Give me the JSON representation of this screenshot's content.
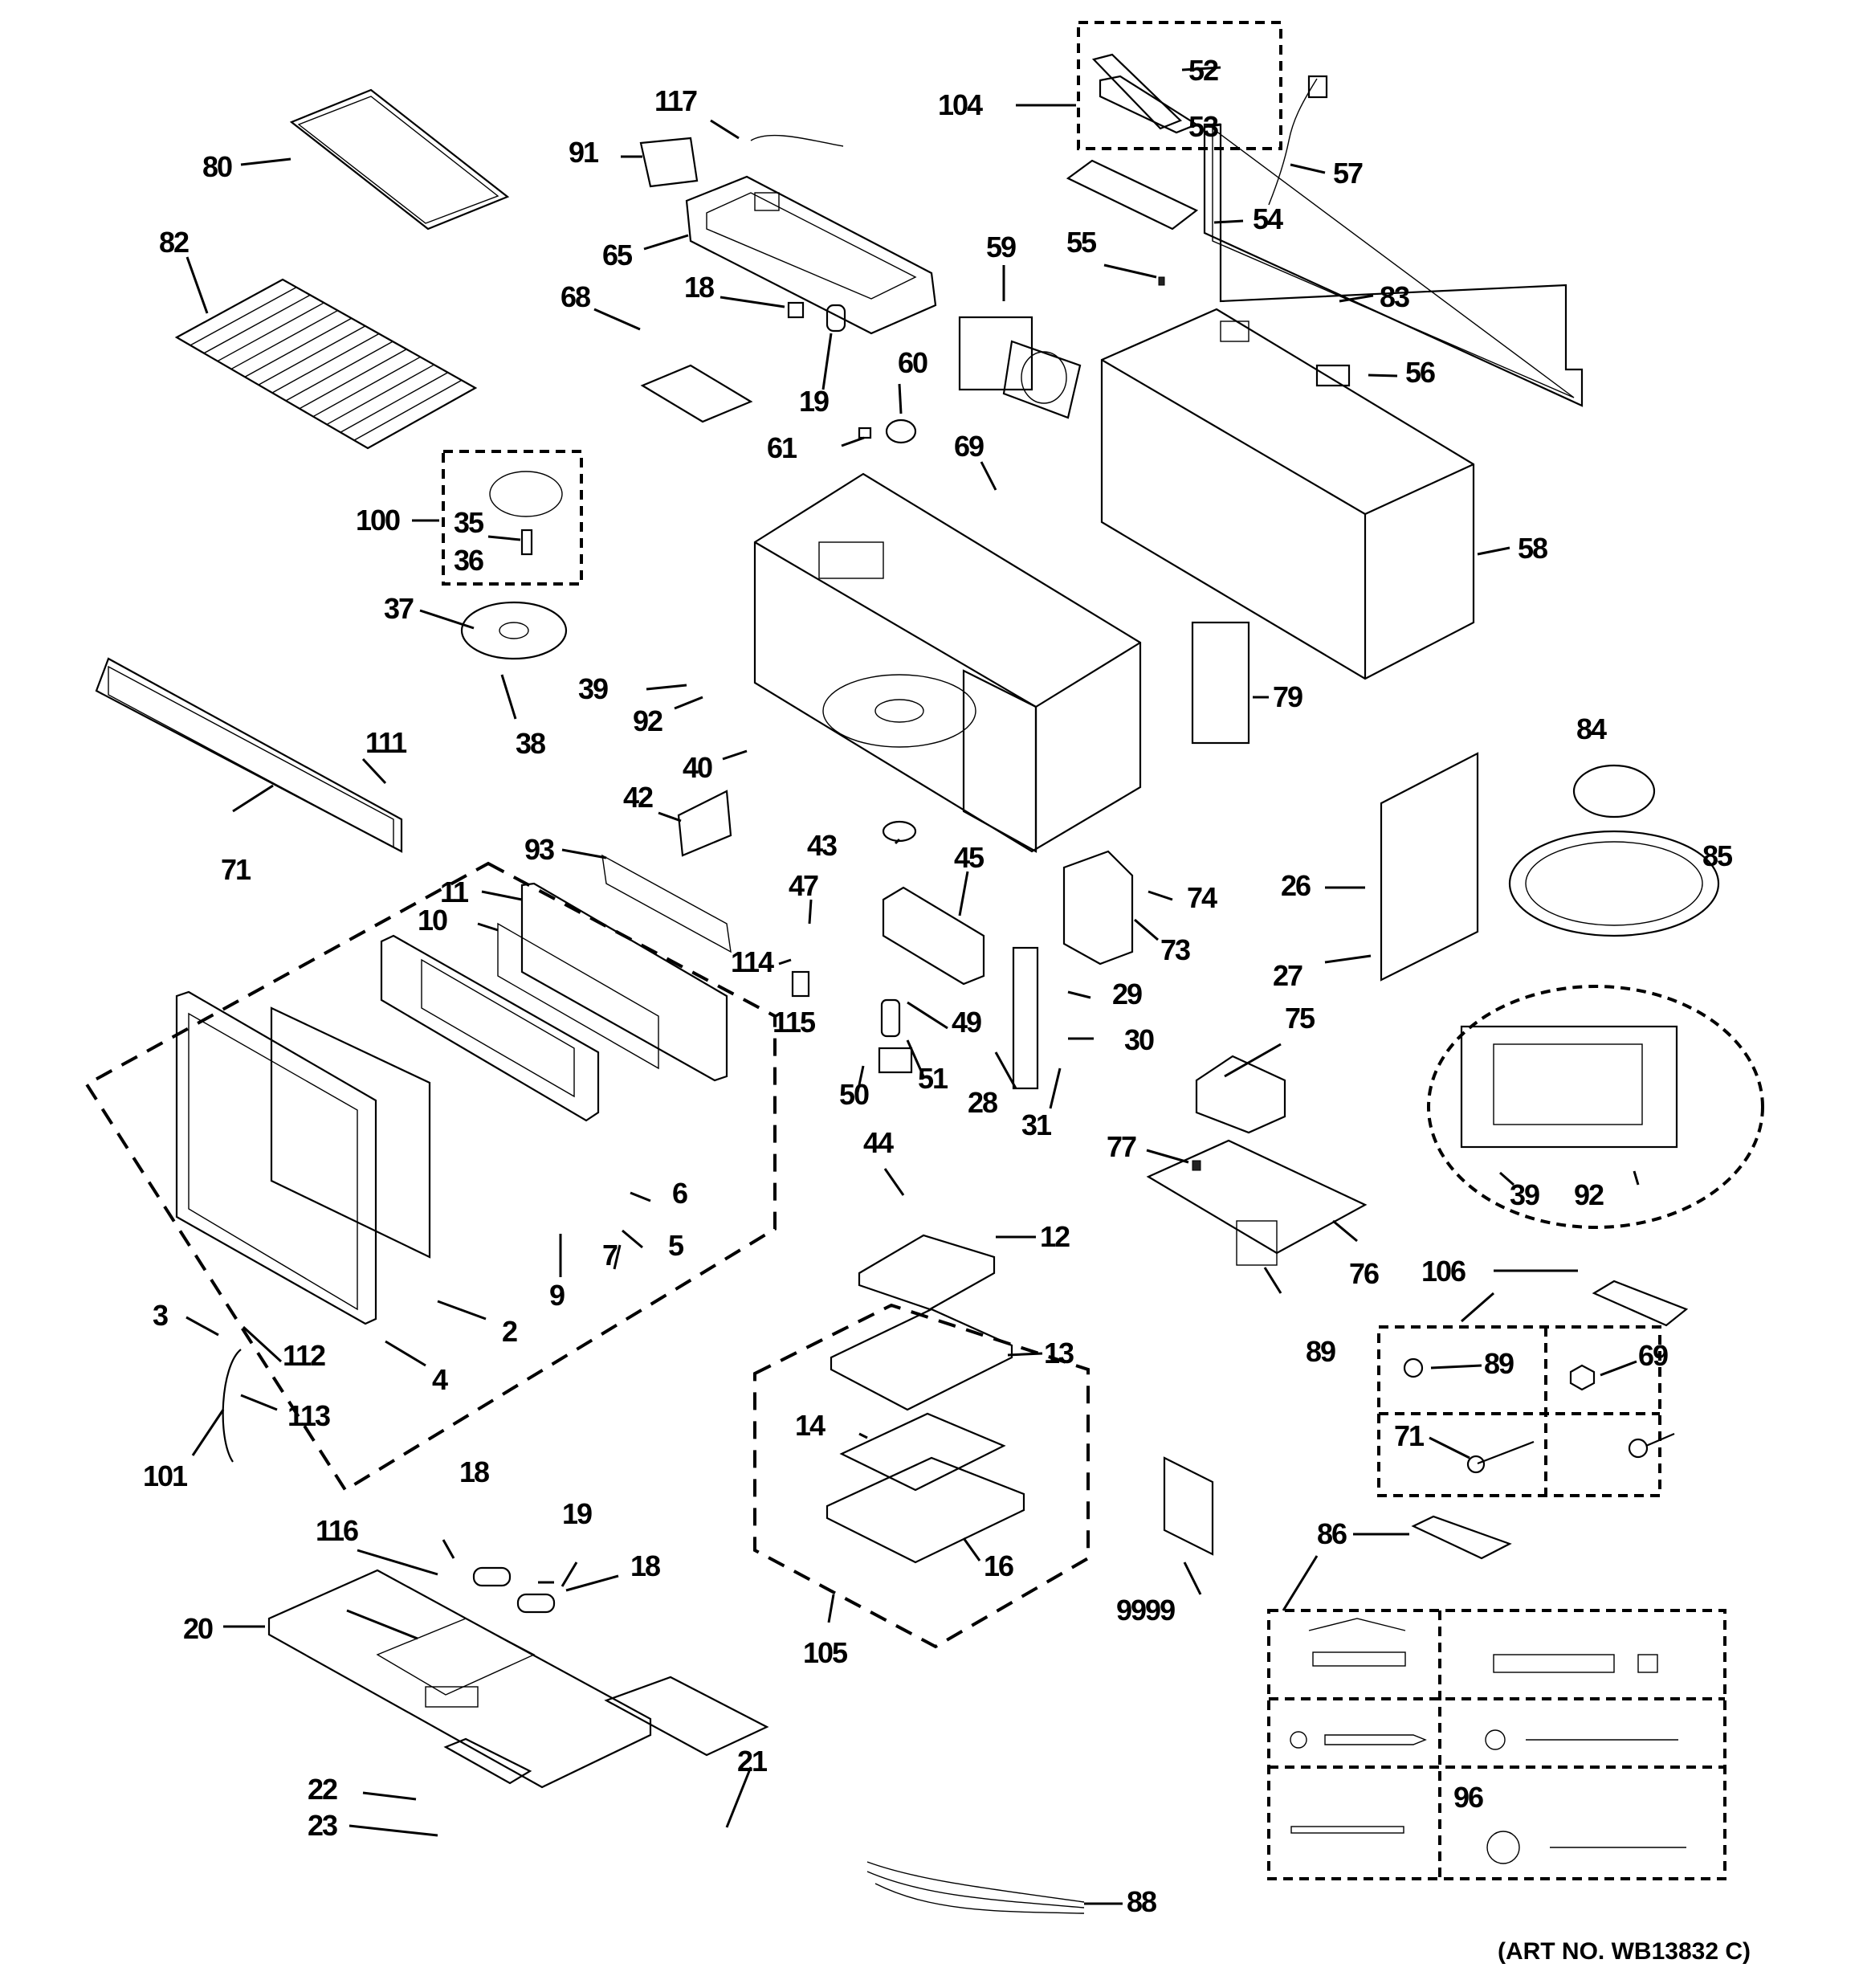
{
  "title": "Microwave Oven Exploded Parts Diagram",
  "art_number": "(ART NO. WB13832 C)",
  "callouts": {
    "c80": "80",
    "c82": "82",
    "c91": "91",
    "c117": "117",
    "c65": "65",
    "c18a": "18",
    "c68": "68",
    "c19a": "19",
    "c104": "104",
    "c52": "52",
    "c53": "53",
    "c54": "54",
    "c57": "57",
    "c83": "83",
    "c59": "59",
    "c55": "55",
    "c56": "56",
    "c60": "60",
    "c61": "61",
    "c69a": "69",
    "c58": "58",
    "c100": "100",
    "c35": "35",
    "c36": "36",
    "c37": "37",
    "c38": "38",
    "c39a": "39",
    "c92a": "92",
    "c40": "40",
    "c111": "111",
    "c71a": "71",
    "c79": "79",
    "c84": "84",
    "c85": "85",
    "c42": "42",
    "c93": "93",
    "c43": "43",
    "c45": "45",
    "c47": "47",
    "c114": "114",
    "c115": "115",
    "c49": "49",
    "c50": "50",
    "c51": "51",
    "c28": "28",
    "c29": "29",
    "c30": "30",
    "c31": "31",
    "c73": "73",
    "c74": "74",
    "c26": "26",
    "c27": "27",
    "c11": "11",
    "c10": "10",
    "c6": "6",
    "c5": "5",
    "c7": "7",
    "c9": "9",
    "c2": "2",
    "c3": "3",
    "c112": "112",
    "c4": "4",
    "c113": "113",
    "c101": "101",
    "c75": "75",
    "c39b": "39",
    "c92b": "92",
    "c77": "77",
    "c76": "76",
    "c89a": "89",
    "c44": "44",
    "c12": "12",
    "c13": "13",
    "c14": "14",
    "c16": "16",
    "c105": "105",
    "c106": "106",
    "c89b": "89",
    "c69b": "69",
    "c71b": "71",
    "c86": "86",
    "c96": "96",
    "c9999": "9999",
    "c18b": "18",
    "c19b": "19",
    "c116": "116",
    "c18c": "18",
    "c20": "20",
    "c22": "22",
    "c23": "23",
    "c21": "21",
    "c88": "88"
  }
}
